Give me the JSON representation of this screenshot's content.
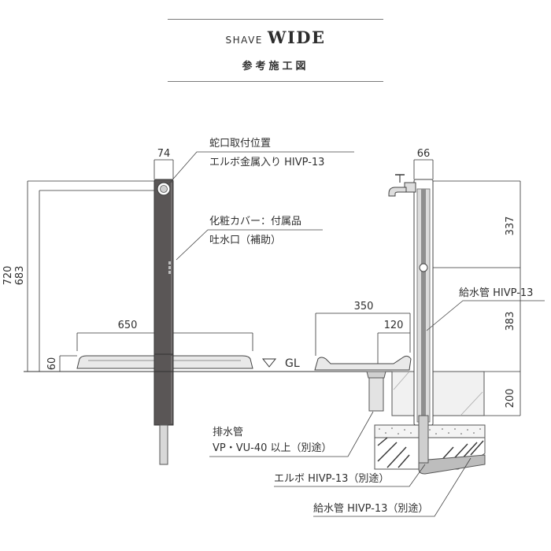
{
  "header": {
    "brand_prefix": "SHAVE",
    "brand_name": "WIDE",
    "subtitle": "参考施工図"
  },
  "dimensions": {
    "post_width": "74",
    "post_depth": "66",
    "total_height": "720",
    "faucet_height": "683",
    "basin_height": "60",
    "basin_width": "650",
    "side_basin_width": "350",
    "drain_offset": "120",
    "upper_pipe": "337",
    "middle_pipe": "383",
    "buried_depth": "200"
  },
  "labels": {
    "faucet_position": "蛇口取付位置",
    "faucet_elbow": "エルボ金属入り HIVP-13",
    "cover": "化粧カバー：付属品",
    "spout": "吐水口（補助）",
    "ground_line": "GL",
    "supply_pipe_top": "給水管 HIVP-13",
    "drain_pipe": "排水管",
    "drain_pipe_spec": "VP・VU-40 以上（別途）",
    "elbow_bottom": "エルボ HIVP-13（別途）",
    "supply_pipe_bottom": "給水管 HIVP-13（別途）"
  },
  "colors": {
    "post_fill": "#5a5656",
    "post_dark": "#3e3b3b",
    "basin_fill": "#e9e9e9",
    "concrete_fill": "#f1f1f1",
    "line": "#333333"
  }
}
